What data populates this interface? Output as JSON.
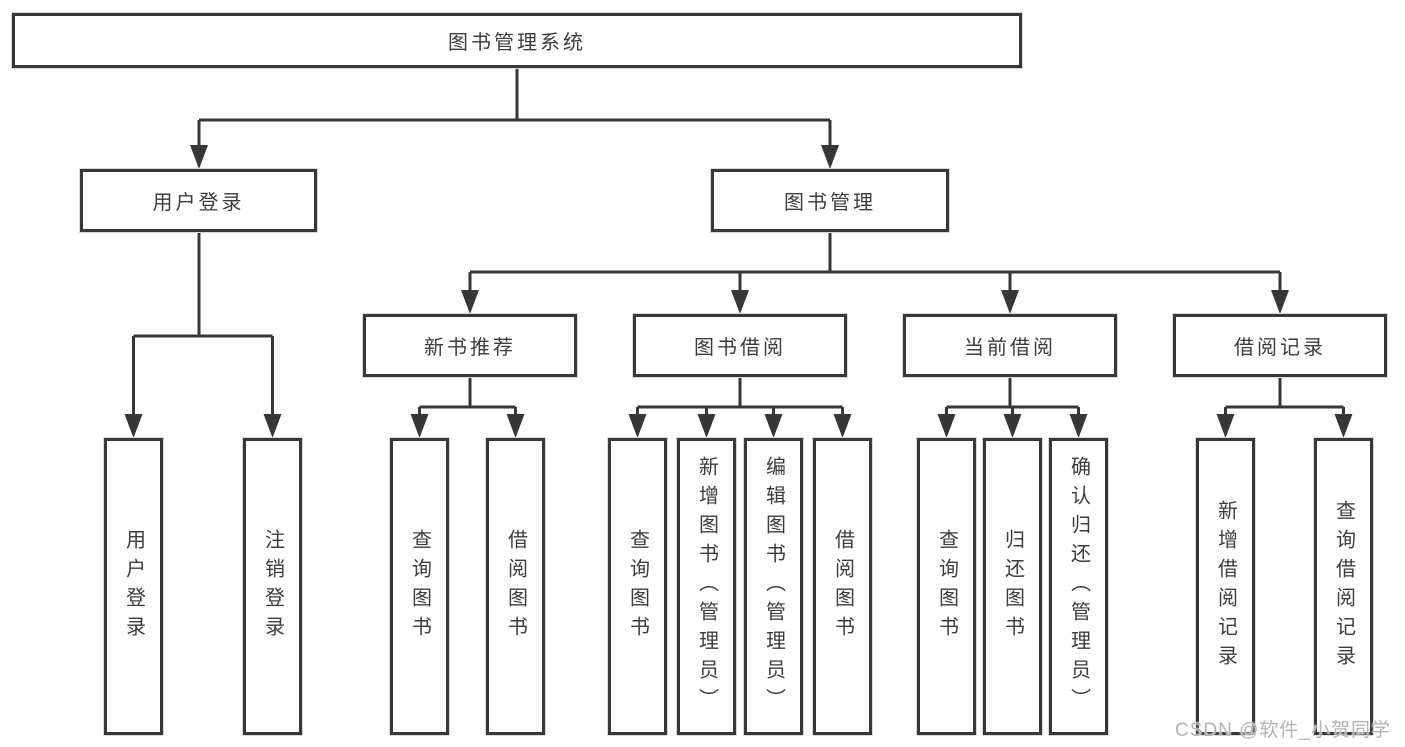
{
  "tree": {
    "root": {
      "label": "图书管理系统"
    },
    "branches": [
      {
        "label": "用户登录",
        "children": [
          {
            "label": "用户登录"
          },
          {
            "label": "注销登录"
          }
        ]
      },
      {
        "label": "图书管理",
        "children": [
          {
            "label": "新书推荐",
            "children": [
              {
                "label": "查询图书"
              },
              {
                "label": "借阅图书"
              }
            ]
          },
          {
            "label": "图书借阅",
            "children": [
              {
                "label": "查询图书"
              },
              {
                "label": "新增图书（管理员）"
              },
              {
                "label": "编辑图书（管理员）"
              },
              {
                "label": "借阅图书"
              }
            ]
          },
          {
            "label": "当前借阅",
            "children": [
              {
                "label": "查询图书"
              },
              {
                "label": "归还图书"
              },
              {
                "label": "确认归还（管理员）"
              }
            ]
          },
          {
            "label": "借阅记录",
            "children": [
              {
                "label": "新增借阅记录"
              },
              {
                "label": "查询借阅记录"
              }
            ]
          }
        ]
      }
    ]
  },
  "watermark": {
    "text": "CSDN @软件_小贺同学"
  },
  "colors": {
    "line": "#373737",
    "text": "#3d3d3d",
    "background": "#ffffff",
    "watermark": "#b3b3b3"
  }
}
